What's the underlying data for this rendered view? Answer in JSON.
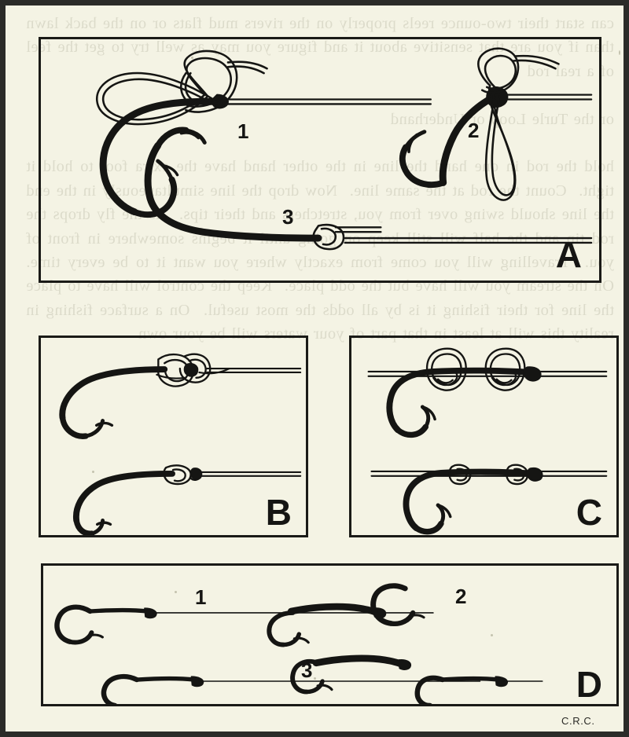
{
  "page": {
    "background_color": "#f4f3e4",
    "ink_color": "#151513",
    "border_color": "#2b2b28",
    "signature": "C.R.C.",
    "bleed_text": "can start their two-ounce reels properly on the rivers mud flats or on the back lawn than if you are that sensitive about it and figure you may as well try to get the feel of a real rod\n\nor the Turle Loop or Underhand\n\nhold the rod in one hand the line in the other hand have the extra foot to hold it tight.  Count the rod at the same line.  Now drop the line simultaneously in the end the line should swing over from you, stretchers and their tips.  As the fly drops the rod tip and the half will still keep on going until it begins somewhere in front of you.  Travelling will you come from exactly where you want it to be every time.  On the stream you will have but the odd place.  Keep the control will have to place the line for their fishing it is by all odds the most useful.  On a surface fishing in reality this will at least in that part of your waters will be your own"
  },
  "panels": [
    {
      "id": "A",
      "letter": "A",
      "steps": [
        {
          "label": "1"
        },
        {
          "label": "2"
        },
        {
          "label": "3"
        }
      ]
    },
    {
      "id": "B",
      "letter": "B",
      "steps": []
    },
    {
      "id": "C",
      "letter": "C",
      "steps": []
    },
    {
      "id": "D",
      "letter": "D",
      "steps": [
        {
          "label": "1"
        },
        {
          "label": "2"
        },
        {
          "label": "3"
        }
      ]
    }
  ],
  "figure": {
    "subject": "fishing-hook-knot-diagrams",
    "panel_count": 4
  }
}
